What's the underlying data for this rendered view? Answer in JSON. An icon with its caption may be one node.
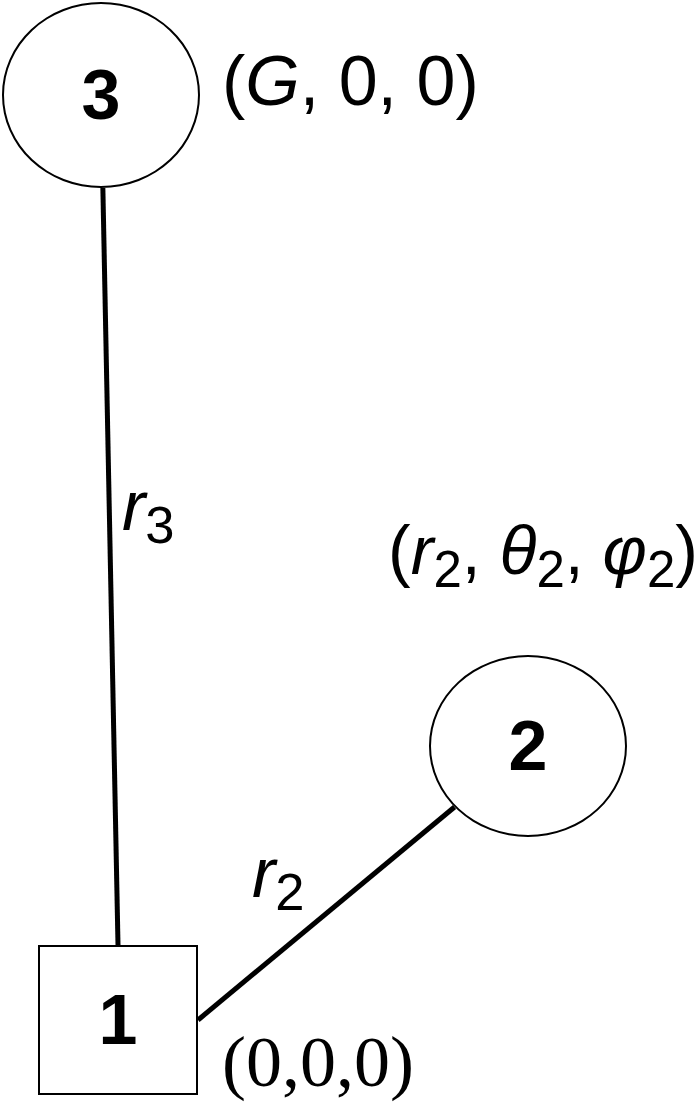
{
  "diagram": {
    "nodes": [
      {
        "text": [
          "3"
        ],
        "beside": [
          "(*G*, 0, 0)"
        ]
      },
      {
        "text": [
          "2"
        ],
        "beside": [
          "(*r*$_{2}$, *θ*$_{2}$, *φ*$_{2}$)"
        ]
      },
      {
        "text": [
          "1"
        ],
        "beside": [
          "(0,0,0)"
        ]
      }
    ],
    "edges": [
      {
        "from": 2,
        "to": 0,
        "arrow": "none",
        "label": "*r*$_{3}$"
      },
      {
        "from": 2,
        "to": 1,
        "arrow": "none",
        "label": "*r*$_{2}$"
      }
    ]
  }
}
